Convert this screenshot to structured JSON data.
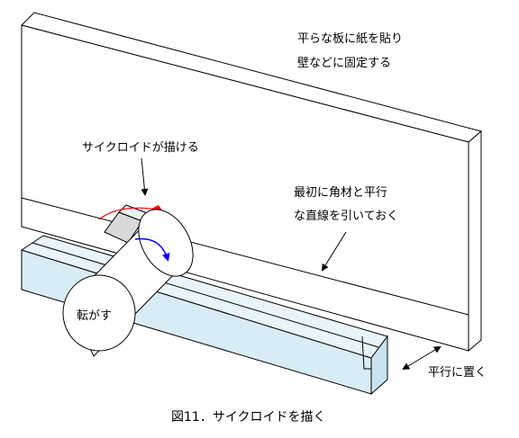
{
  "labels": {
    "board_line1": "平らな板に紙を貼り",
    "board_line2": "壁などに固定する",
    "cycloid": "サイクロイドが描ける",
    "parallel_line1": "最初に角材と平行",
    "parallel_line2": "な直線を引いておく",
    "roll": "転がす",
    "place": "平行に置く"
  },
  "caption": "図11．サイクロイドを描く",
  "colors": {
    "line": "#000000",
    "board": "#ffffff",
    "bar": "#d8ecf5",
    "accent_arrow": "#0000ff",
    "cycloid_trace": "#ff0000"
  }
}
